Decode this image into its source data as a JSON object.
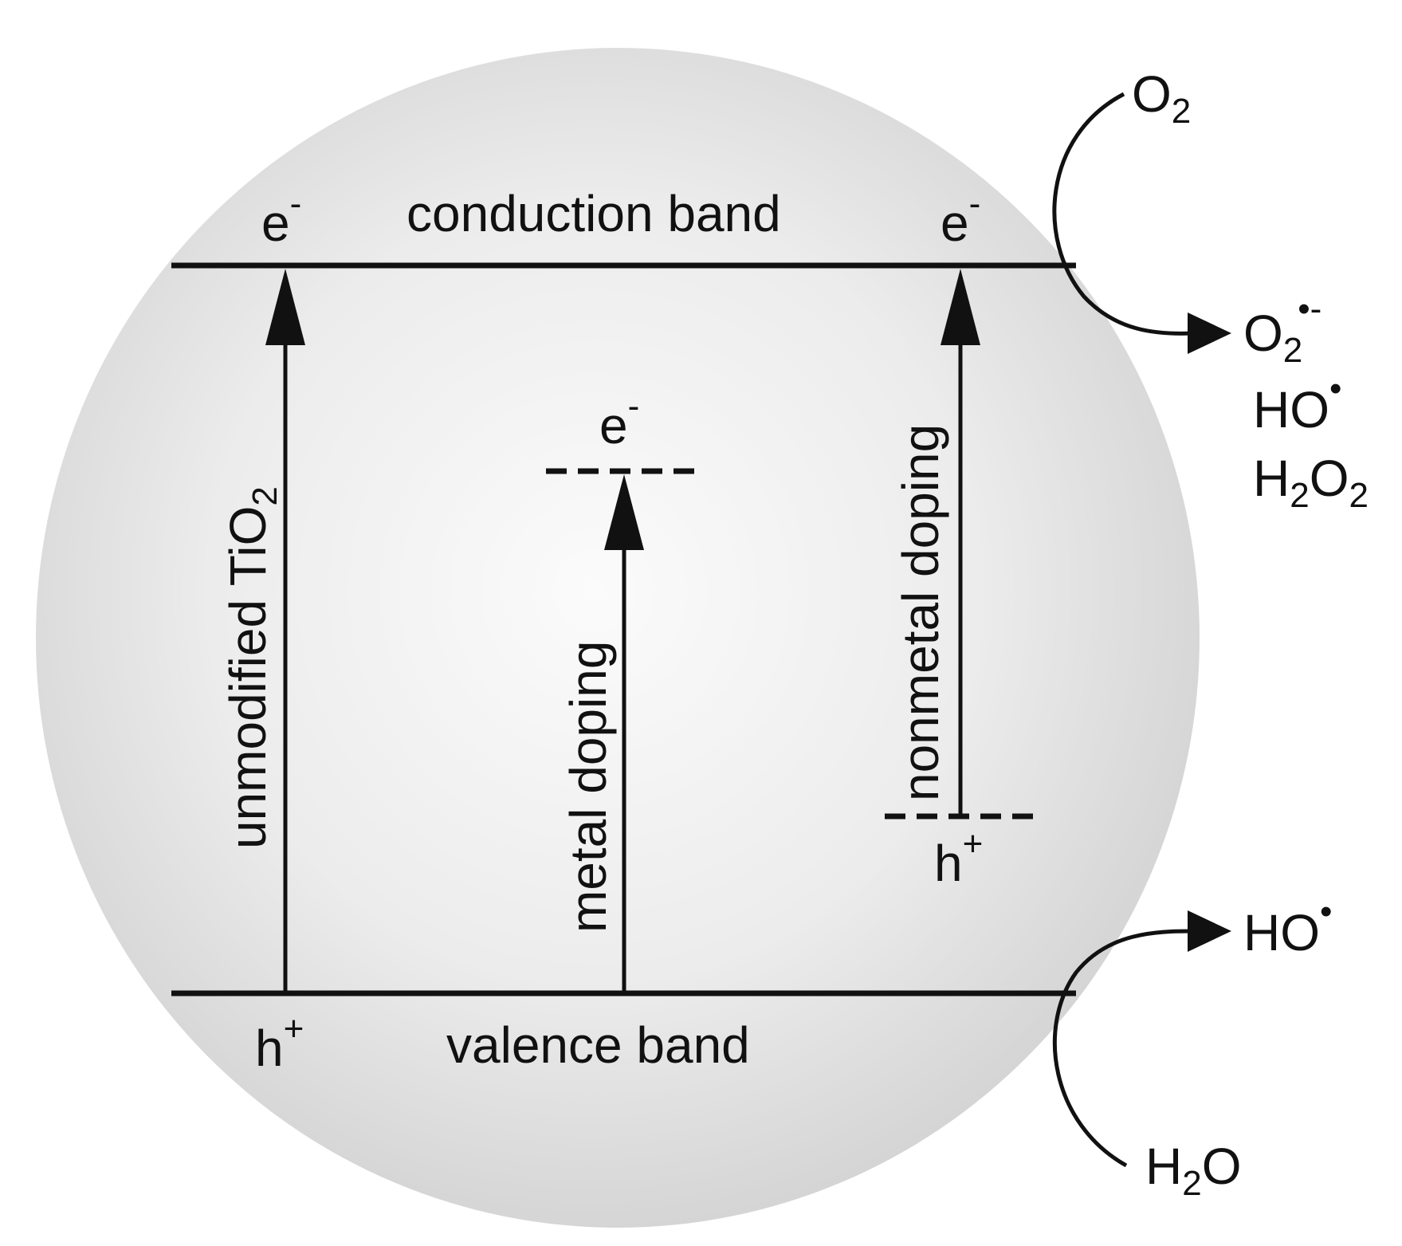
{
  "bands": {
    "conduction": "conduction band",
    "valence": "valence band"
  },
  "transitions": {
    "unmodified": {
      "label_main": "unmodified TiO",
      "label_sub": "2"
    },
    "metal": {
      "label": "metal doping"
    },
    "nonmetal": {
      "label": "nonmetal doping"
    }
  },
  "carriers": {
    "electron": {
      "base": "e",
      "sup": "-"
    },
    "hole": {
      "base": "h",
      "sup": "+"
    }
  },
  "species": {
    "o2": {
      "base": "O",
      "sub": "2"
    },
    "superoxide": {
      "base": "O",
      "sub": "2",
      "sup": "•-"
    },
    "hydroxyl": {
      "base": "HO",
      "sup": "•"
    },
    "h2o2": {
      "p1": "H",
      "s1": "2",
      "p2": "O",
      "s2": "2"
    },
    "h2o": {
      "p1": "H",
      "s1": "2",
      "p2": "O"
    }
  },
  "colors": {
    "sphere_center": "#fbfbfb",
    "sphere_edge": "#d4d4d4",
    "line": "#111111"
  }
}
